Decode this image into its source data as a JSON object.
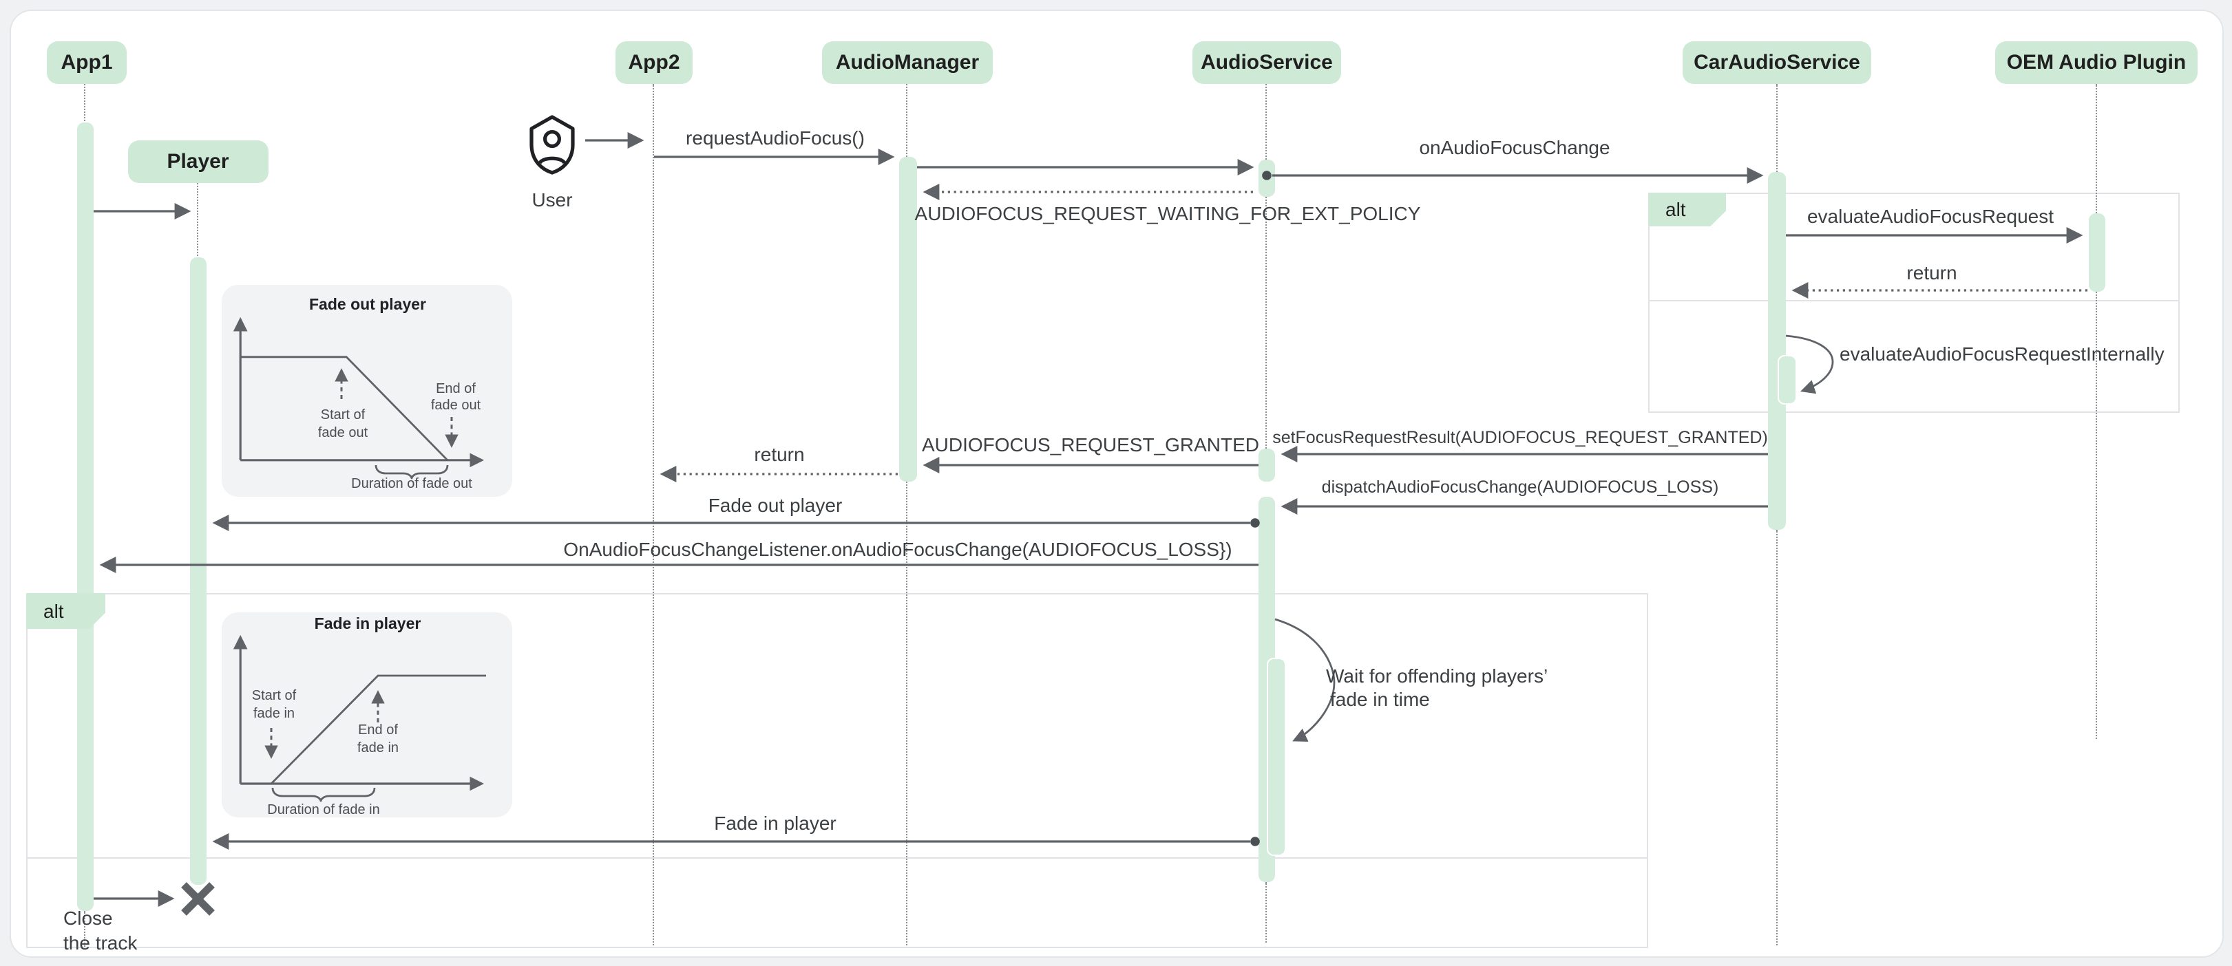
{
  "participants": [
    {
      "label": "App1"
    },
    {
      "label": "App2"
    },
    {
      "label": "AudioManager"
    },
    {
      "label": "AudioService"
    },
    {
      "label": "CarAudioService"
    },
    {
      "label": "OEM Audio Plugin"
    }
  ],
  "player": {
    "label": "Player"
  },
  "user": {
    "label": "User"
  },
  "fragments": {
    "alt_right_label": "alt",
    "alt_left_label": "alt"
  },
  "messages": {
    "request_audio_focus": "requestAudioFocus()",
    "on_audio_focus_change": "onAudioFocusChange",
    "waiting_ext_policy": "AUDIOFOCUS_REQUEST_WAITING_FOR_EXT_POLICY",
    "evaluate_request": "evaluateAudioFocusRequest",
    "return_oem": "return",
    "evaluate_internally": "evaluateAudioFocusRequestInternally",
    "set_focus_result": "setFocusRequestResult(AUDIOFOCUS_REQUEST_GRANTED)",
    "request_granted": "AUDIOFOCUS_REQUEST_GRANTED",
    "return_app2": "return",
    "dispatch_loss": "dispatchAudioFocusChange(AUDIOFOCUS_LOSS)",
    "fade_out_player": "Fade out player",
    "focus_change_listener": "OnAudioFocusChangeListener.onAudioFocusChange(AUDIOFOCUS_LOSS})",
    "wait_note_line1": "Wait for offending players’",
    "wait_note_line2": "fade in time",
    "fade_in_player": "Fade in player",
    "close_line1": "Close",
    "close_line2": "the track"
  },
  "fade_out_chart": {
    "title": "Fade out player",
    "start_line1": "Start of",
    "start_line2": "fade out",
    "end_line1": "End of",
    "end_line2": "fade out",
    "duration": "Duration of fade out"
  },
  "fade_in_chart": {
    "title": "Fade in player",
    "start_line1": "Start of",
    "start_line2": "fade in",
    "end_line1": "End of",
    "end_line2": "fade in",
    "duration": "Duration of fade in"
  },
  "colors": {
    "header_green": "#ceead6",
    "activation_green": "#d3ecdb",
    "arrow_gray": "#5f6368",
    "text_gray": "#3c4043",
    "fragment_border": "#e0e2e6",
    "chart_bg": "#f1f3f4"
  }
}
